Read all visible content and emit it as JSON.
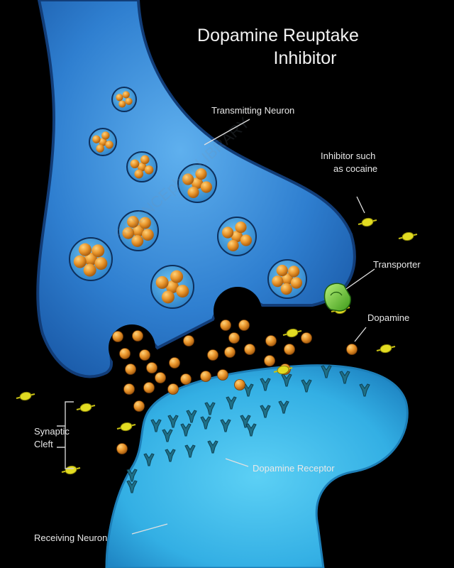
{
  "title": {
    "line1": "Dopamine Reuptake",
    "line2": "Inhibitor"
  },
  "labels": {
    "transmitting_neuron": "Transmitting Neuron",
    "inhibitor_line1": "Inhibitor such",
    "inhibitor_line2": "as cocaine",
    "transporter": "Transporter",
    "dopamine": "Dopamine",
    "synaptic_line1": "Synaptic",
    "synaptic_line2": "Cleft",
    "dopamine_receptor": "Dopamine Receptor",
    "receiving_neuron": "Receiving Neuron"
  },
  "watermark": "SCIENCEphotoLIBRARY",
  "colors": {
    "background": "#000000",
    "transmitting_neuron": "#2f7fd0",
    "transmitting_neuron_edge": "#123d78",
    "receiving_neuron": "#3ab6e8",
    "receiving_neuron_edge": "#1d7fb8",
    "dopamine": "#e8942a",
    "inhibitor": "#d8d21a",
    "transporter": "#62c428",
    "receptor": "#1f6f86",
    "label_text": "#e8e8e8"
  }
}
